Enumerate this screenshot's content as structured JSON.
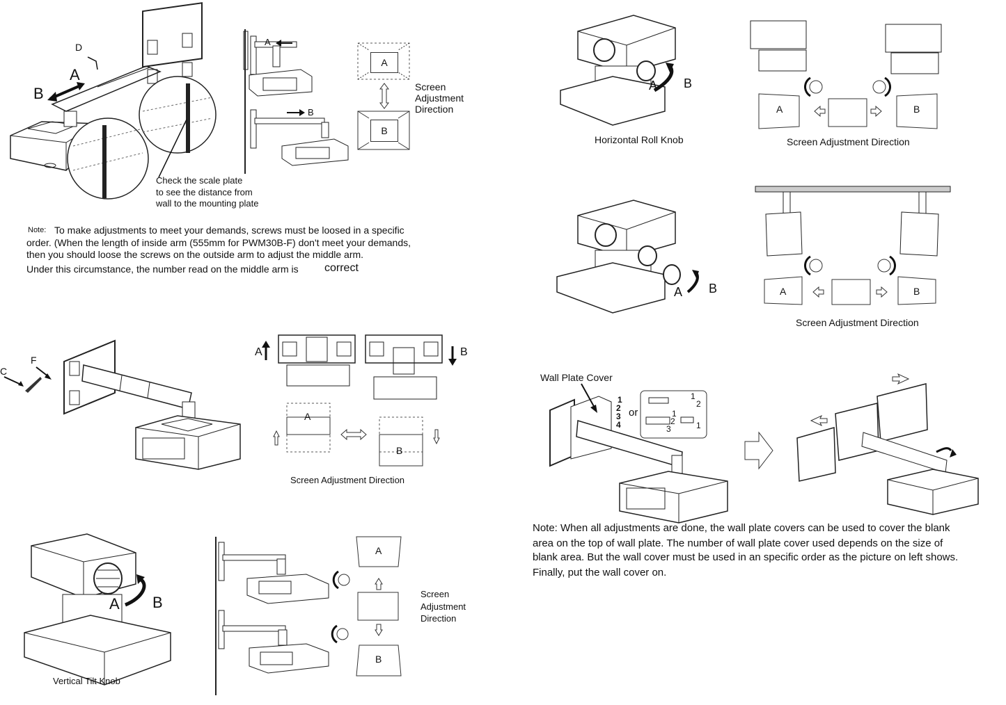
{
  "panel1": {
    "label_d": "D",
    "label_a": "A",
    "label_b": "B",
    "callout_title": "Check the scale plate",
    "callout_line2": "to see the distance from",
    "callout_line3": "wall to the mounting plate",
    "side_a": "A",
    "side_b": "B",
    "screen_a": "A",
    "screen_b": "B",
    "direction_1": "Screen",
    "direction_2": "Adjustment",
    "direction_3": "Direction",
    "note_prefix": "Note:",
    "note_line1": "To make adjustments to meet your demands, screws must be loosed in a specific",
    "note_line2": "order. (When the length of inside arm (555mm for PWM30B-F) don't meet your demands,",
    "note_line3": "then you should  loose the screws on the outside arm to adjust the middle arm.",
    "note_line4": "Under this  circumstance, the number read on the middle arm  is",
    "note_line4_end": "correct"
  },
  "panel2": {
    "label_c": "C",
    "label_f": "F",
    "arrow_a": "A",
    "arrow_b": "B",
    "screen_a": "A",
    "screen_b": "B",
    "caption": "Screen Adjustment Direction"
  },
  "panel3": {
    "label_a": "A",
    "label_b": "B",
    "caption": "Vertical Tilt Knob",
    "screen_a": "A",
    "screen_b": "B",
    "direction_1": "Screen",
    "direction_2": "Adjustment",
    "direction_3": "Direction"
  },
  "panel4": {
    "label_a": "A",
    "label_b": "B",
    "caption": "Horizontal Roll Knob",
    "screen_a": "A",
    "screen_b": "B",
    "caption2": "Screen Adjustment Direction"
  },
  "panel5": {
    "label_a": "A",
    "label_b": "B",
    "screen_a": "A",
    "screen_b": "B",
    "caption": "Screen Adjustment Direction"
  },
  "panel6": {
    "title": "Wall Plate Cover",
    "or": "or",
    "n1": "1",
    "n2": "2",
    "n3": "3",
    "n4": "4",
    "note_line1": "Note: When all adjustments are done, the wall plate covers can be used to cover the blank",
    "note_line2": "area on the top of wall plate. The number of wall plate cover used depends on the size of",
    "note_line3": "blank area. But  the wall cover must be used in an specific order as the picture on left shows.",
    "note_line4": "Finally, put the wall cover on."
  }
}
